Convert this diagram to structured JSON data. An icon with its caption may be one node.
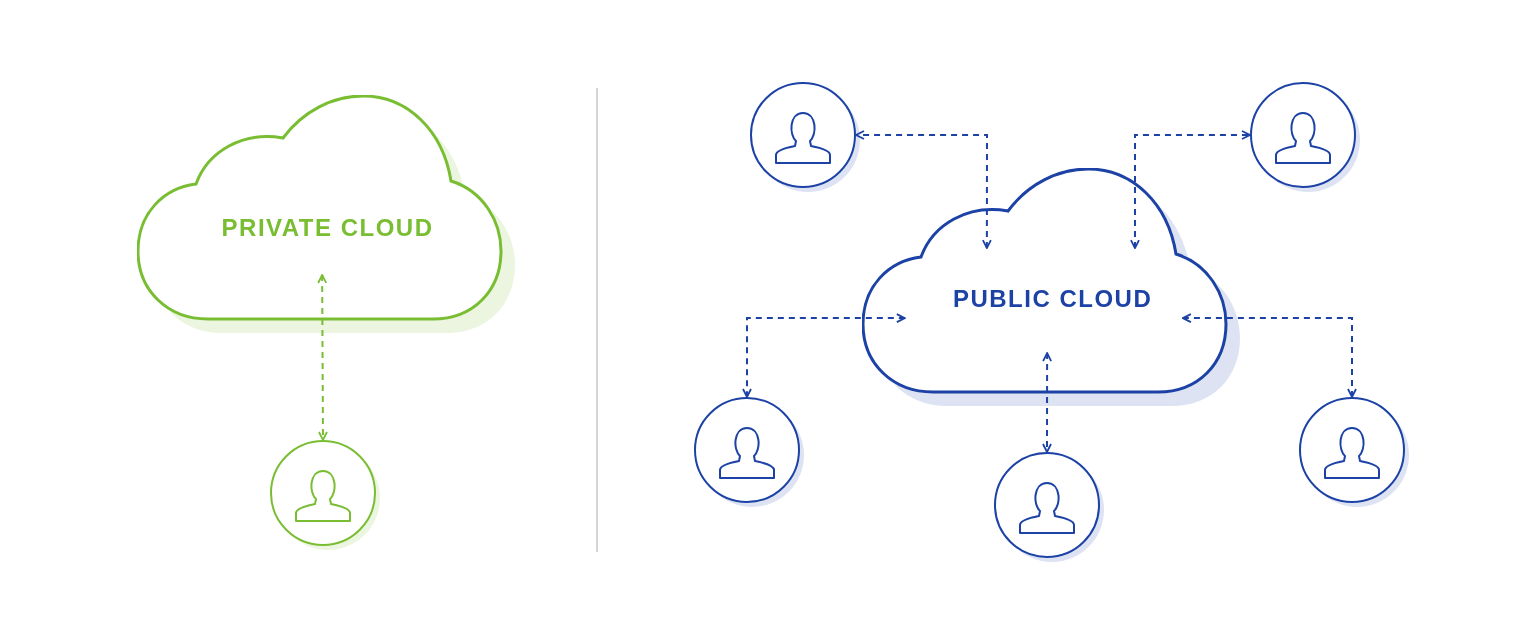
{
  "diagram": {
    "nodes": [
      {
        "text": [
          "PRIVATE CLOUD"
        ]
      },
      {
        "text": [],
        "shape": "person"
      },
      {
        "text": [
          "PUBLIC CLOUD"
        ]
      },
      {
        "text": [],
        "shape": "person"
      },
      {
        "text": [],
        "shape": "person"
      },
      {
        "text": [],
        "shape": "person"
      },
      {
        "text": [],
        "shape": "person"
      },
      {
        "text": [],
        "shape": "person"
      }
    ],
    "edges": [
      {
        "from": 0,
        "to": 1,
        "arrow": "both",
        "style": "dashed",
        "color": "#79be32"
      },
      {
        "from": 2,
        "to": 3,
        "arrow": "both",
        "style": "dashed"
      },
      {
        "from": 2,
        "to": 4,
        "arrow": "both",
        "style": "dashed"
      },
      {
        "from": 2,
        "to": 5,
        "arrow": "both",
        "style": "dashed"
      },
      {
        "from": 2,
        "to": 6,
        "arrow": "both",
        "style": "dashed"
      },
      {
        "from": 2,
        "to": 7,
        "arrow": "both",
        "style": "dashed"
      }
    ]
  }
}
